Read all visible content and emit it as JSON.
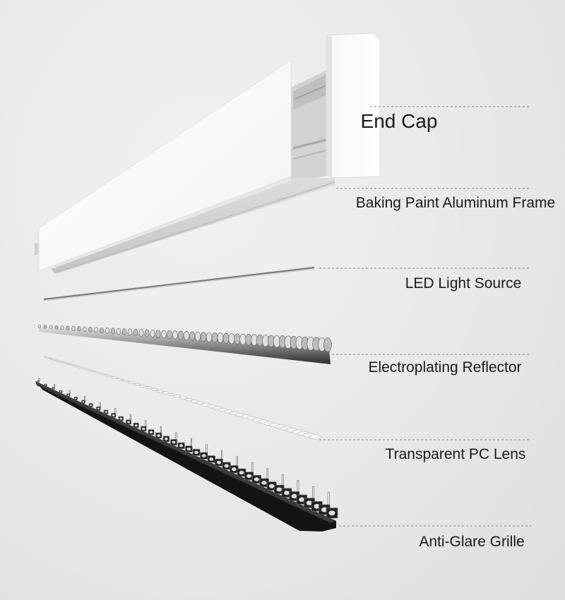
{
  "diagram": {
    "components": [
      {
        "id": "end-cap",
        "label": "End Cap"
      },
      {
        "id": "frame",
        "label": "Baking Paint Aluminum Frame"
      },
      {
        "id": "led",
        "label": "LED Light Source"
      },
      {
        "id": "reflector",
        "label": "Electroplating Reflector"
      },
      {
        "id": "lens",
        "label": "Transparent PC Lens"
      },
      {
        "id": "grille",
        "label": "Anti-Glare Grille"
      }
    ]
  },
  "colors": {
    "background": "#e8e8e8",
    "frame_white": "#fbfbfb",
    "grille_black": "#141414",
    "leader_line": "#9a9a9a",
    "text": "#1a1a1a"
  }
}
